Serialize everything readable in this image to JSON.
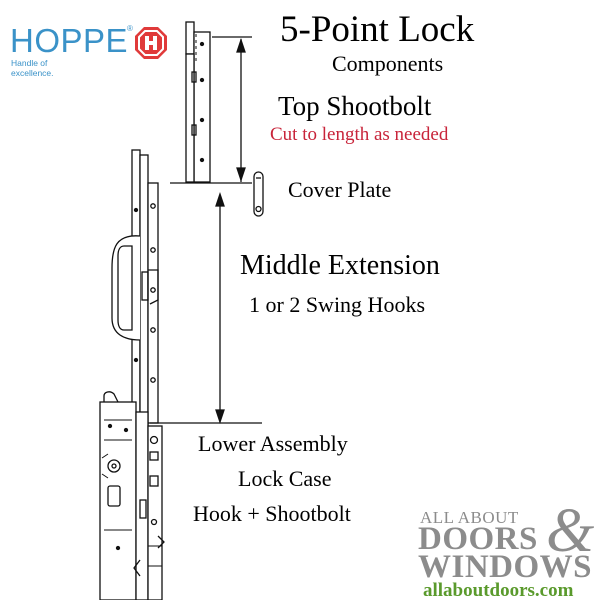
{
  "logo": {
    "wordmark": "HOPPE",
    "trademark": "®",
    "tagline": "Handle of excellence.",
    "color": "#3a92c8",
    "badge_color": "#e03a3a"
  },
  "title": "5-Point Lock",
  "subtitle": "Components",
  "labels": {
    "top_shootbolt": "Top Shootbolt",
    "cut_note": "Cut to length as needed",
    "cover_plate": "Cover Plate",
    "middle_extension": "Middle Extension",
    "swing_hooks": "1 or 2 Swing Hooks",
    "lower_assembly": "Lower Assembly",
    "lock_case": "Lock Case",
    "hook_shootbolt": "Hook + Shootbolt"
  },
  "brand": {
    "line1": "ALL ABOUT",
    "ampersand": "&",
    "line2": "DOORS",
    "line3": "WINDOWS",
    "url": "allaboutdoors.com",
    "gray": "#8c8c8c",
    "green": "#5a9a2c"
  },
  "accent_red": "#c8243a"
}
